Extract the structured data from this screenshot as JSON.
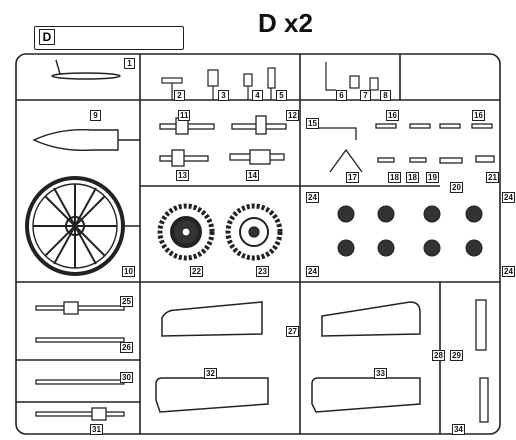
{
  "title": "D x2",
  "tag_letter": "D",
  "part_numbers": [
    "1",
    "2",
    "3",
    "4",
    "5",
    "6",
    "7",
    "8",
    "9",
    "10",
    "11",
    "12",
    "13",
    "14",
    "15",
    "16",
    "16",
    "17",
    "18",
    "18",
    "19",
    "20",
    "21",
    "22",
    "23",
    "24",
    "24",
    "24",
    "24",
    "25",
    "26",
    "27",
    "28",
    "29",
    "30",
    "31",
    "32",
    "33",
    "34"
  ],
  "colors": {
    "line": "#222222",
    "fill": "#ffffff",
    "dark": "#333333"
  }
}
